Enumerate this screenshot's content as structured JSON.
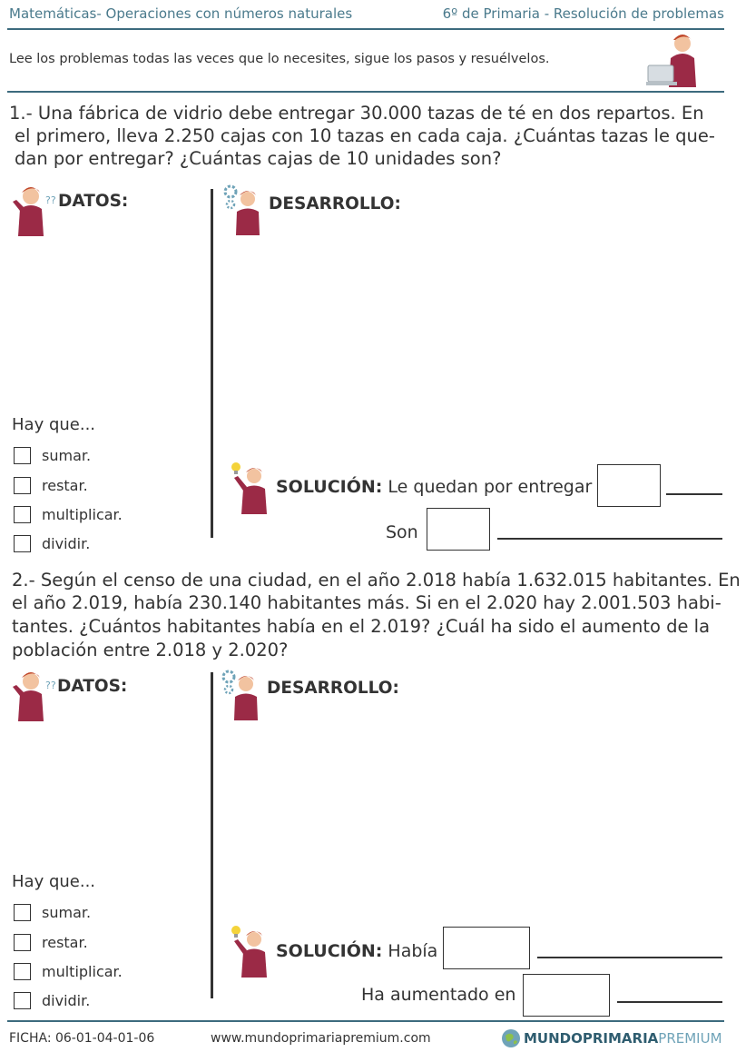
{
  "header": {
    "left": "Matemáticas- Operaciones con números naturales",
    "right": "6º de Primaria - Resolución de problemas"
  },
  "instructions": "Lee los problemas todas las veces que lo necesites, sigue los pasos y resuélvelos.",
  "problems": [
    {
      "text_lines": [
        "1.- Una fábrica de vidrio debe entregar 30.000 tazas de té en dos repartos. En",
        "el primero, lleva 2.250 cajas con 10 tazas en cada caja. ¿Cuántas tazas le que-",
        "dan por entregar? ¿Cuántas cajas de 10 unidades son?"
      ],
      "datos_label": "DATOS:",
      "desarrollo_label": "DESARROLLO:",
      "hay_que": "Hay que...",
      "options": [
        "sumar.",
        "restar.",
        "multiplicar.",
        "dividir."
      ],
      "solucion_label": "SOLUCIÓN:",
      "answer1_text": "Le quedan por entregar",
      "answer2_text": "Son"
    },
    {
      "text_lines": [
        "2.- Según el censo de una ciudad, en el año 2.018 había 1.632.015 habitantes. En",
        "el año 2.019, había 230.140 habitantes más. Si en el 2.020 hay 2.001.503 habi-",
        "tantes. ¿Cuántos habitantes había en el 2.019? ¿Cuál ha sido el aumento de la",
        "población entre 2.018 y 2.020?"
      ],
      "datos_label": "DATOS:",
      "desarrollo_label": "DESARROLLO:",
      "hay_que": "Hay que...",
      "options": [
        "sumar.",
        "restar.",
        "multiplicar.",
        "dividir."
      ],
      "solucion_label": "SOLUCIÓN:",
      "answer1_text": "Había",
      "answer2_text": "Ha aumentado en"
    }
  ],
  "footer": {
    "ficha": "FICHA:  06-01-04-01-06",
    "url": "www.mundoprimariapremium.com",
    "brand_mundo": "MUNDO",
    "brand_primaria": "PRIMARIA",
    "brand_premium": "PREMIUM"
  },
  "colors": {
    "header_text": "#4a7a8c",
    "rule": "#3d6b7e",
    "character_shirt": "#9b2a46",
    "character_hair": "#c0472a",
    "brand_accent": "#6fa3b8"
  },
  "icons": [
    "thinking-boy-icon",
    "gears-boy-icon",
    "idea-boy-icon",
    "boy-laptop-icon",
    "globe-logo-icon"
  ]
}
